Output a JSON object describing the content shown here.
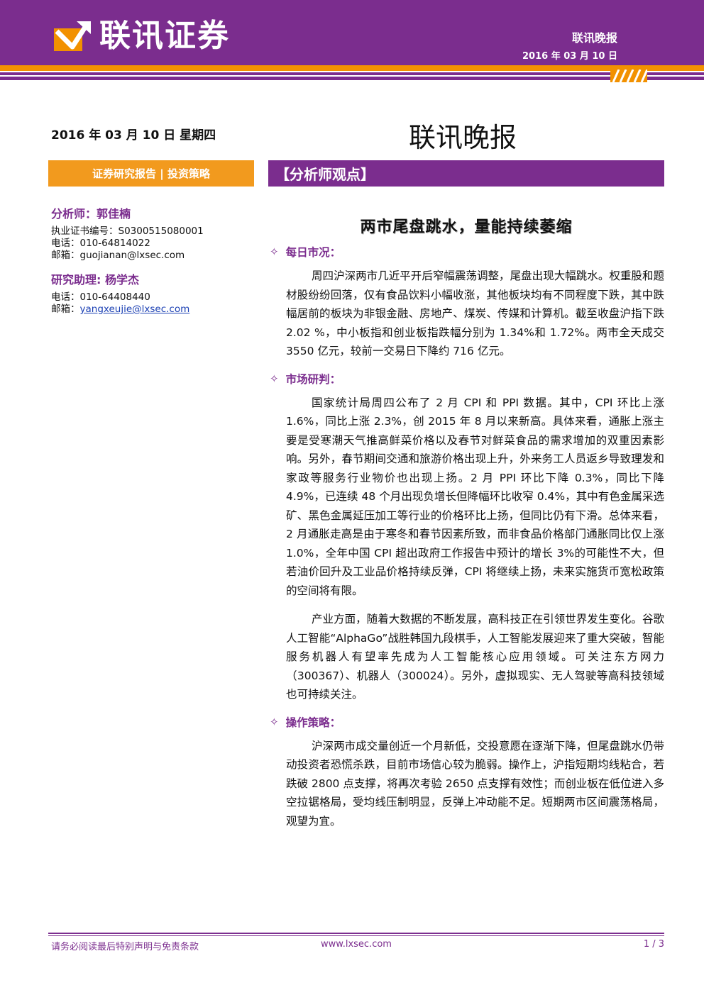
{
  "header": {
    "brand": "联讯证券",
    "report_title": "联讯晚报",
    "report_date": "2016 年 03 月 10 日",
    "colors": {
      "purple": "#7b2d8e",
      "orange": "#f29100"
    },
    "logo_icon": "lianxun-logo-icon"
  },
  "title_row": {
    "date_line": "2016 年 03 月 10 日  星期四",
    "report_name": "联讯晚报"
  },
  "category_bar": "证券研究报告 | 投资策略",
  "section_bar": "【分析师观点】",
  "analysts": [
    {
      "name": "分析师：郭佳楠",
      "lines": [
        "执业证书编号：S0300515080001",
        "电话：010-64814022",
        "邮箱：guojianan@lxsec.com"
      ]
    },
    {
      "name": "研究助理: 杨学杰",
      "phone": "电话：010-64408440",
      "email_label": "邮箱：",
      "email": "yangxeujie@lxsec.com"
    }
  ],
  "article": {
    "title": "两市尾盘跳水，量能持续萎缩",
    "bullet_icon": "diamond-outline-icon",
    "sections": [
      {
        "heading": "每日市况：",
        "paragraphs": [
          "周四沪深两市几近平开后窄幅震荡调整，尾盘出现大幅跳水。权重股和题材股纷纷回落，仅有食品饮料小幅收涨，其他板块均有不同程度下跌，其中跌幅居前的板块为非银金融、房地产、煤炭、传媒和计算机。截至收盘沪指下跌 2.02 %，中小板指和创业板指跌幅分别为 1.34%和 1.72%。两市全天成交 3550 亿元，较前一交易日下降约 716 亿元。"
        ]
      },
      {
        "heading": "市场研判：",
        "paragraphs": [
          "国家统计局周四公布了 2 月 CPI 和 PPI 数据。其中，CPI 环比上涨 1.6%，同比上涨 2.3%，创 2015 年 8 月以来新高。具体来看，通胀上涨主要是受寒潮天气推高鲜菜价格以及春节对鲜菜食品的需求增加的双重因素影响。另外，春节期间交通和旅游价格出现上升，外来务工人员返乡导致理发和家政等服务行业物价也出现上扬。2 月 PPI 环比下降 0.3%，同比下降 4.9%，已连续 48 个月出现负增长但降幅环比收窄 0.4%，其中有色金属采选矿、黑色金属延压加工等行业的价格环比上扬，但同比仍有下滑。总体来看，2 月通胀走高是由于寒冬和春节因素所致，而非食品价格部门通胀同比仅上涨 1.0%，全年中国 CPI 超出政府工作报告中预计的增长 3%的可能性不大，但若油价回升及工业品价格持续反弹，CPI 将继续上扬，未来实施货币宽松政策的空间将有限。",
          "产业方面，随着大数据的不断发展，高科技正在引领世界发生变化。谷歌人工智能“AlphaGo”战胜韩国九段棋手，人工智能发展迎来了重大突破，智能服务机器人有望率先成为人工智能核心应用领域。可关注东方网力（300367）、机器人（300024）。另外，虚拟现实、无人驾驶等高科技领域也可持续关注。"
        ]
      },
      {
        "heading": "操作策略：",
        "paragraphs": [
          "沪深两市成交量创近一个月新低，交投意愿在逐渐下降，但尾盘跳水仍带动投资者恐慌杀跌，目前市场信心较为脆弱。操作上，沪指短期均线粘合，若跌破 2800 点支撑，将再次考验 2650 点支撑有效性；而创业板在低位进入多空拉锯格局，受均线压制明显，反弹上冲动能不足。短期两市区间震荡格局，观望为宜。"
        ]
      }
    ]
  },
  "footer": {
    "disclaimer": "请务必阅读最后特别声明与免责条款",
    "website": "www.lxsec.com",
    "page": "1 / 3"
  }
}
